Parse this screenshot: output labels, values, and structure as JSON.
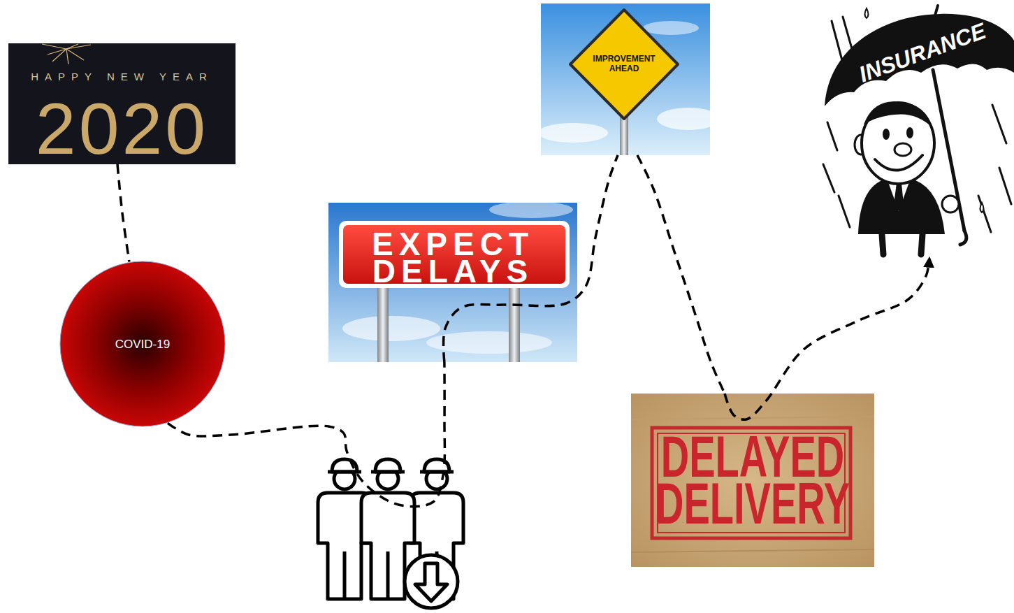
{
  "diagram": {
    "nodes": [
      {
        "text": [
          "HAPPY NEW YEAR",
          "2020"
        ]
      },
      {
        "text": [
          "COVID-19"
        ]
      },
      {
        "text": [
          "EXPECT DELAYS"
        ]
      },
      {
        "text": [
          "IMPROVEMENT AHEAD"
        ]
      },
      {
        "text": [
          "DELAYED DELIVERY"
        ]
      },
      {
        "text": [
          "INSURANCE"
        ]
      }
    ],
    "edges": [
      {
        "from": 0,
        "to": 1,
        "arrow": "none"
      },
      {
        "from": 1,
        "to": 2,
        "arrow": "none"
      },
      {
        "from": 2,
        "to": 3,
        "arrow": "none"
      },
      {
        "from": 3,
        "to": 4,
        "arrow": "none"
      },
      {
        "from": 4,
        "to": 5,
        "arrow": "to"
      }
    ]
  }
}
